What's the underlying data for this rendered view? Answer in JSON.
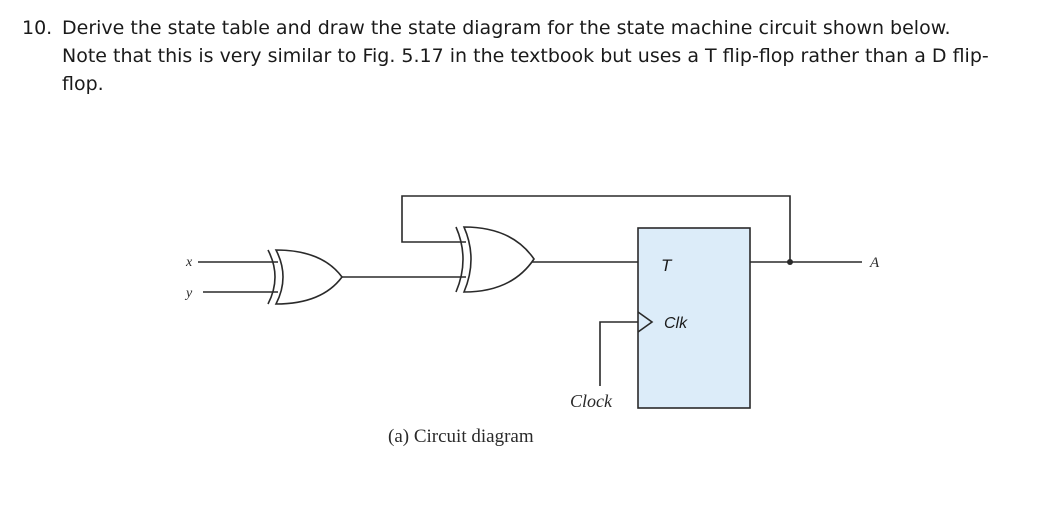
{
  "question": {
    "number": "10.",
    "line1": "Derive the state table and draw the state diagram for the state machine circuit shown below.",
    "line2": "Note that this is very similar to Fig. 5.17 in the textbook but uses a T flip-flop rather than a D flip-",
    "line3": "flop."
  },
  "figure": {
    "input_x": "x",
    "input_y": "y",
    "ff_t_label": "T",
    "ff_clk_label": "Clk",
    "output_label": "A",
    "clock_label": "Clock",
    "caption": "(a) Circuit diagram",
    "ff_fill_color": "#dcecf9",
    "wire_color": "#2a2a2a"
  }
}
